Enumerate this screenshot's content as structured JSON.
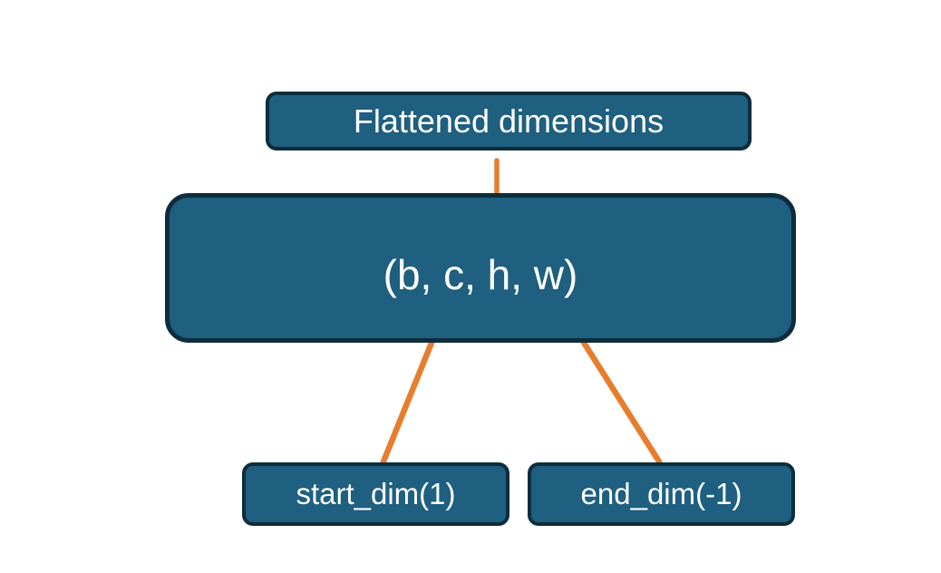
{
  "diagram": {
    "boxes": {
      "flattened": {
        "label": "Flattened dimensions"
      },
      "tensor": {
        "label": "(b, c, h, w)"
      },
      "start_dim": {
        "label": "start_dim(1)"
      },
      "end_dim": {
        "label": "end_dim(-1)"
      }
    },
    "connectors": {
      "brace": "over-brace spanning c, h, w dimensions",
      "start_arrow": "arrow from start_dim(1) to dimension c",
      "end_arrow": "arrow from end_dim(-1) to dimension w"
    },
    "colors": {
      "box_fill": "#1F5F80",
      "box_border": "#0E2D3C",
      "accent": "#E67E2E",
      "text": "#FFFFFF",
      "background": "#FFFFFF"
    }
  }
}
